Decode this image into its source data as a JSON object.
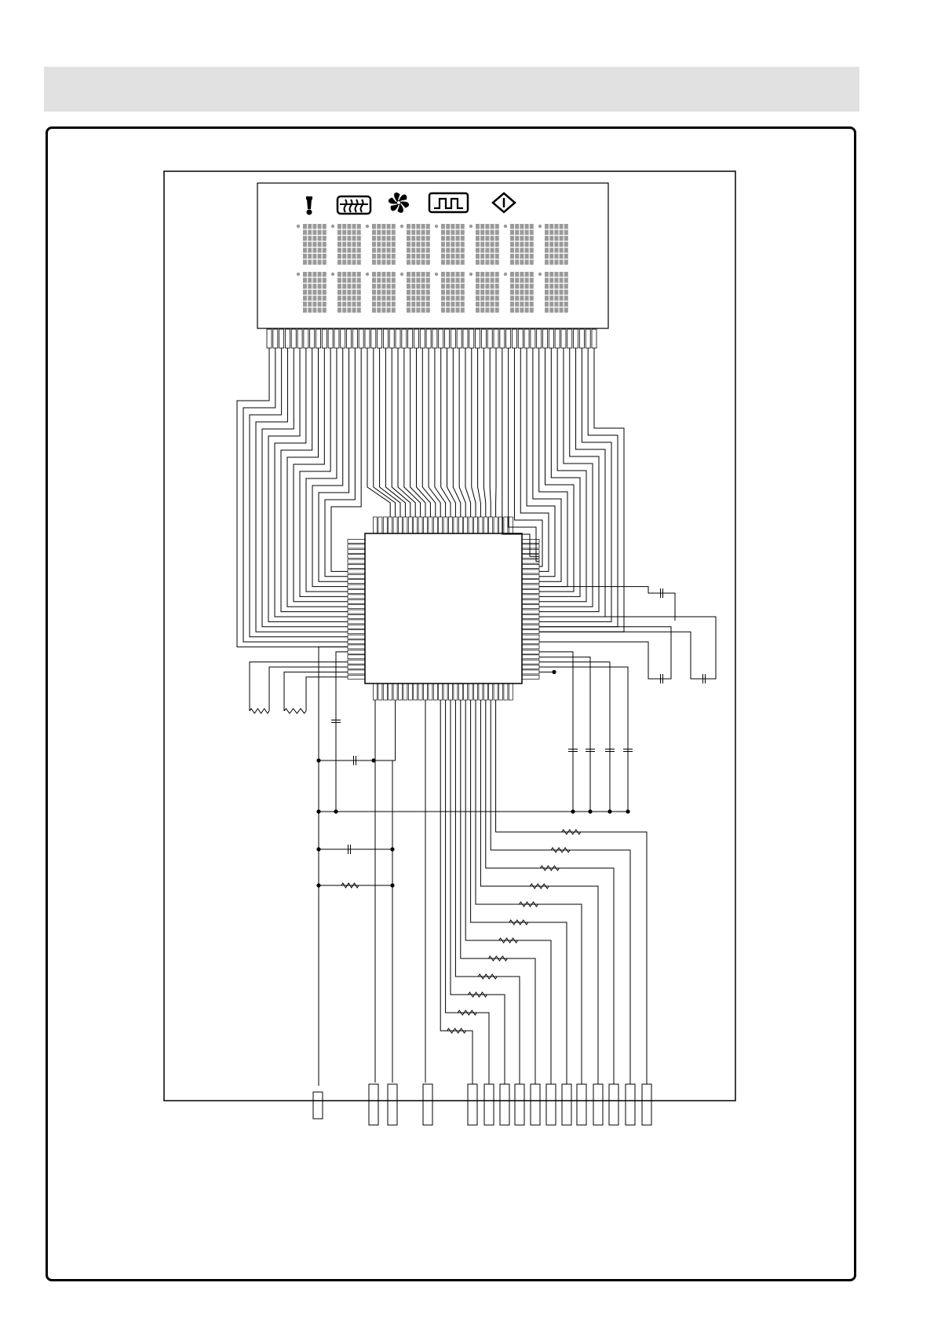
{
  "header": {
    "title": ""
  },
  "schematic": {
    "display_icons": [
      "alert-icon",
      "grill-icon",
      "fan-icon",
      "heating-element-icon",
      "start-icon"
    ],
    "character_rows": 2,
    "characters_per_row": 8,
    "display_pins": 54,
    "connector_count": 16,
    "connector_resistor_count": 12
  },
  "colors": {
    "ink": "#000000",
    "segment": "#9a9a9a",
    "header_bg": "#e1e1e1"
  }
}
